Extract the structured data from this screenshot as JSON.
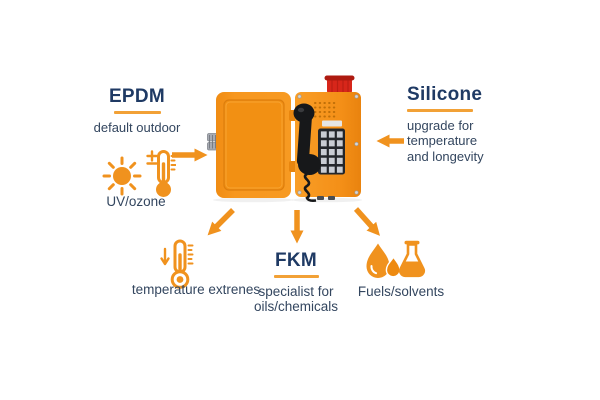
{
  "colors": {
    "accent_orange": "#F0921E",
    "underline_orange": "#F2A136",
    "heading_navy": "#1F3A64",
    "body_navy": "#33465F",
    "phone_orange": "#F7941E",
    "beacon_red": "#D7261A",
    "handset_black": "#17181A"
  },
  "nodes": {
    "epdm": {
      "title": "EPDM",
      "subtitle": "default outdoor"
    },
    "uv": {
      "label": "UV/ozone",
      "icons": [
        "sun-icon",
        "thermometer-plusminus-icon"
      ]
    },
    "silicone": {
      "title": "Silicone",
      "subtitle": "upgrade for temperature and longevity"
    },
    "temperature": {
      "label": "temperature extrenes",
      "icons": [
        "thermometer-down-icon"
      ]
    },
    "fkm": {
      "title": "FKM",
      "subtitle": "specialist for oils/chemicals"
    },
    "fuels": {
      "label": "Fuels/solvents",
      "icons": [
        "oil-drops-icon",
        "flask-icon"
      ]
    }
  },
  "center_image": "industrial-weatherproof-telephone-with-open-door-handset-keypad-and-red-beacon"
}
